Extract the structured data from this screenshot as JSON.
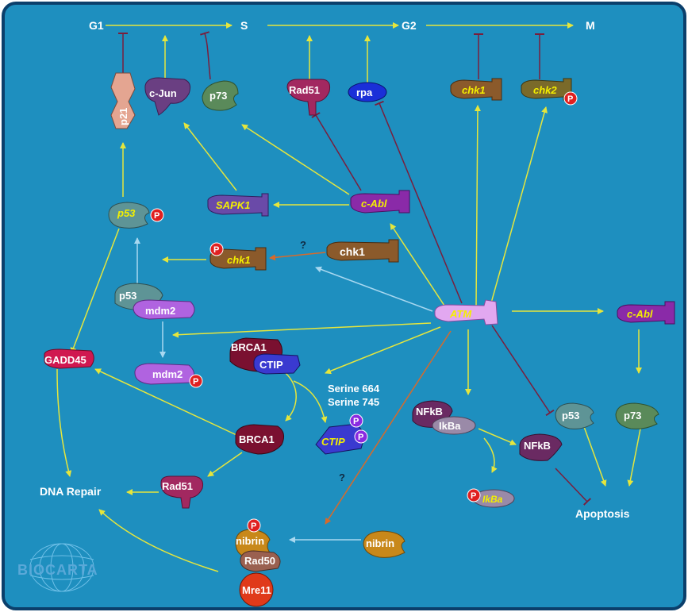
{
  "phases": {
    "g1": "G1",
    "s": "S",
    "g2": "G2",
    "m": "M"
  },
  "proteins": {
    "p21": "p21",
    "cjun": "c-Jun",
    "p73_top": "p73",
    "rad51_top": "Rad51",
    "rpa": "rpa",
    "chk1_top": "chk1",
    "chk2_top": "chk2",
    "sapk1": "SAPK1",
    "cabl_mid": "c-Abl",
    "p53_phos": "p53",
    "chk1_phos": "chk1",
    "chk1_mid": "chk1",
    "p53_complex": "p53",
    "mdm2_complex": "mdm2",
    "atm": "ATM",
    "cabl_right": "c-Abl",
    "gadd45": "GADD45",
    "mdm2_phos": "mdm2",
    "brca1_complex": "BRCA1",
    "ctip_complex": "CTIP",
    "brca1": "BRCA1",
    "ctip_phos": "CTIP",
    "nfkb_complex": "NFkB",
    "ikba_complex": "IkBa",
    "nfkb": "NFkB",
    "ikba_phos": "IkBa",
    "p53_right": "p53",
    "p73_right": "p73",
    "rad51": "Rad51",
    "nibrin_complex": "nibrin",
    "rad50": "Rad50",
    "mre11": "Mre11",
    "nibrin": "nibrin"
  },
  "labels": {
    "serine1": "Serine 664",
    "serine2": "Serine 745",
    "dna_repair": "DNA Repair",
    "apoptosis": "Apoptosis",
    "question1": "?",
    "question2": "?",
    "phospho": "P",
    "logo": "BIOCARTA"
  },
  "colors": {
    "background": "#1e8fbf",
    "border": "#0b3f6b",
    "activation_arrow": "#e6e63c",
    "inhibition": "#7a1e3c",
    "light_arrow": "#a8d8f0",
    "orange_arrow": "#d86a2a"
  }
}
